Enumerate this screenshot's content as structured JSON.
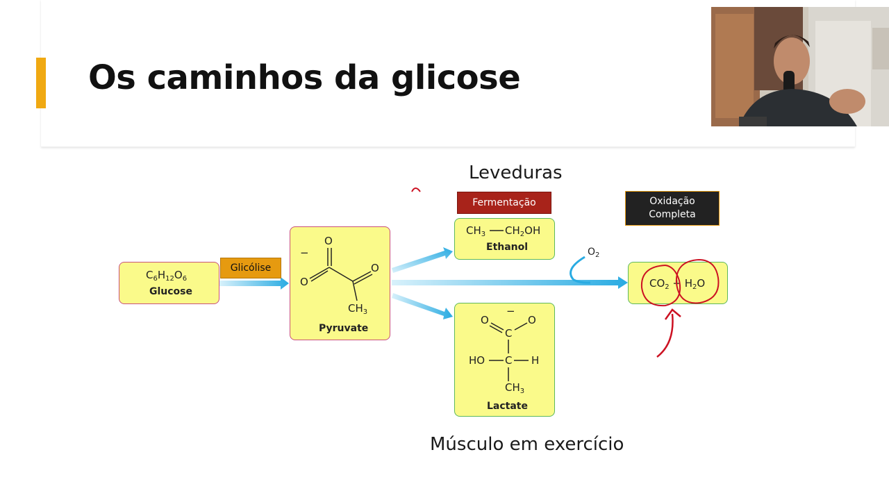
{
  "slide": {
    "title": "Os caminhos da glicose"
  },
  "captions": {
    "top": "Leveduras",
    "bottom": "Músculo em exercício"
  },
  "tags": {
    "glycolysis": "Glicólise",
    "fermentation": "Fermentação",
    "oxidation_line1": "Oxidação",
    "oxidation_line2": "Completa"
  },
  "glucose": {
    "c": "C",
    "c_n": "6",
    "h": "H",
    "h_n": "12",
    "o": "O",
    "o_n": "6",
    "name": "Glucose"
  },
  "pyruvate": {
    "charge": "−",
    "o_top": "O",
    "o_left": "O",
    "o_right": "O",
    "ch": "CH",
    "ch_n": "3",
    "name": "Pyruvate"
  },
  "ethanol": {
    "left_ch": "CH",
    "left_n": "3",
    "right_ch": "CH",
    "right_n": "2",
    "right_oh": "OH",
    "name": "Ethanol"
  },
  "lactate": {
    "charge": "−",
    "o_left": "O",
    "c_top": "C",
    "o_right": "O",
    "ho": "HO",
    "c_mid": "C",
    "h": "H",
    "ch": "CH",
    "ch_n": "3",
    "name": "Lactate"
  },
  "o2": {
    "o": "O",
    "n": "2"
  },
  "products": {
    "co": "CO",
    "co_n": "2",
    "h": "H",
    "h_n": "2",
    "o": "O"
  },
  "colors": {
    "accent": "#f0a912",
    "box_fill": "#fafa8a",
    "glucose_border": "#c9507a",
    "fermentation_tag": "#a8231a",
    "oxidation_tag": "#222222",
    "glycolysis_tag": "#e69a10",
    "arrow": "#29abe2",
    "annotation": "#cc1122"
  }
}
